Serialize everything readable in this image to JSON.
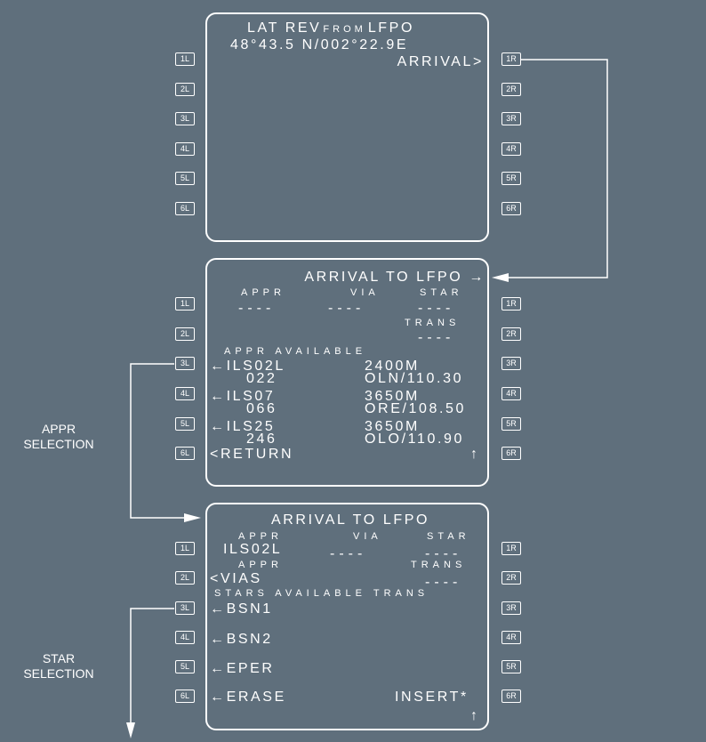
{
  "lsk_left": [
    "1L",
    "2L",
    "3L",
    "4L",
    "5L",
    "6L"
  ],
  "lsk_right": [
    "1R",
    "2R",
    "3R",
    "4R",
    "5R",
    "6R"
  ],
  "screen1": {
    "title_a": "LAT REV",
    "title_from": "FROM",
    "title_b": "LFPO",
    "coords": "48°43.5 N/002°22.9E",
    "arrival": "ARRIVAL>"
  },
  "screen2": {
    "title": "ARRIVAL TO LFPO →",
    "appr_label": "APPR",
    "via_label": "VIA",
    "star_label": "STAR",
    "trans_label": "TRANS",
    "appr_value": "----",
    "via_value": "----",
    "star_value": "----",
    "trans_value": "----",
    "appr_available": "APPR AVAILABLE",
    "approaches": [
      {
        "name": "←ILS02L",
        "course": "022",
        "length": "2400M",
        "nav": "OLN/110.30"
      },
      {
        "name": "←ILS07",
        "course": "066",
        "length": "3650M",
        "nav": "ORE/108.50"
      },
      {
        "name": "←ILS25",
        "course": "246",
        "length": "3650M",
        "nav": "OLO/110.90"
      }
    ],
    "return": "<RETURN",
    "scroll": "↑"
  },
  "screen3": {
    "title": "ARRIVAL TO LFPO",
    "appr_label": "APPR",
    "via_label": "VIA",
    "star_label": "STAR",
    "appr_value": "ILS02L",
    "via_value": "----",
    "star_value": "----",
    "appr_label2": "APPR",
    "trans_label": "TRANS",
    "vias": "<VIAS",
    "trans_value": "----",
    "stars_available": "STARS AVAILABLE TRANS",
    "stars": [
      "←BSN1",
      "←BSN2",
      "←EPER"
    ],
    "erase": "←ERASE",
    "insert": "INSERT*",
    "scroll": "↑"
  },
  "annotations": {
    "appr_selection": "APPR\nSELECTION",
    "star_selection": "STAR\nSELECTION"
  }
}
